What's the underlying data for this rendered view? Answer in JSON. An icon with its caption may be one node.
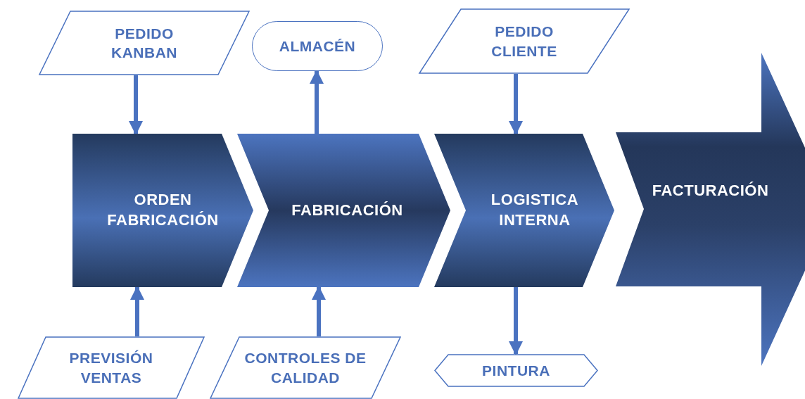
{
  "diagram": {
    "nodes": [
      {
        "text": [
          "PEDIDO KANBAN"
        ]
      },
      {
        "text": [
          "ALMACÉN"
        ]
      },
      {
        "text": [
          "PEDIDO CLIENTE"
        ]
      },
      {
        "text": [
          "ORDEN FABRICACIÓN"
        ]
      },
      {
        "text": [
          "FABRICACIÓN"
        ]
      },
      {
        "text": [
          "LOGISTICA INTERNA"
        ]
      },
      {
        "text": [
          "FACTURACIÓN"
        ]
      },
      {
        "text": [
          "PREVISIÓN VENTAS"
        ]
      },
      {
        "text": [
          "CONTROLES DE CALIDAD"
        ]
      },
      {
        "text": [
          "PINTURA"
        ]
      }
    ],
    "edges": [
      {
        "from": 0,
        "to": 3,
        "arrow": "to"
      },
      {
        "from": 4,
        "to": 1,
        "arrow": "to"
      },
      {
        "from": 2,
        "to": 5,
        "arrow": "to"
      },
      {
        "from": 7,
        "to": 3,
        "arrow": "to"
      },
      {
        "from": 8,
        "to": 4,
        "arrow": "to"
      },
      {
        "from": 5,
        "to": 9,
        "arrow": "to"
      }
    ]
  }
}
